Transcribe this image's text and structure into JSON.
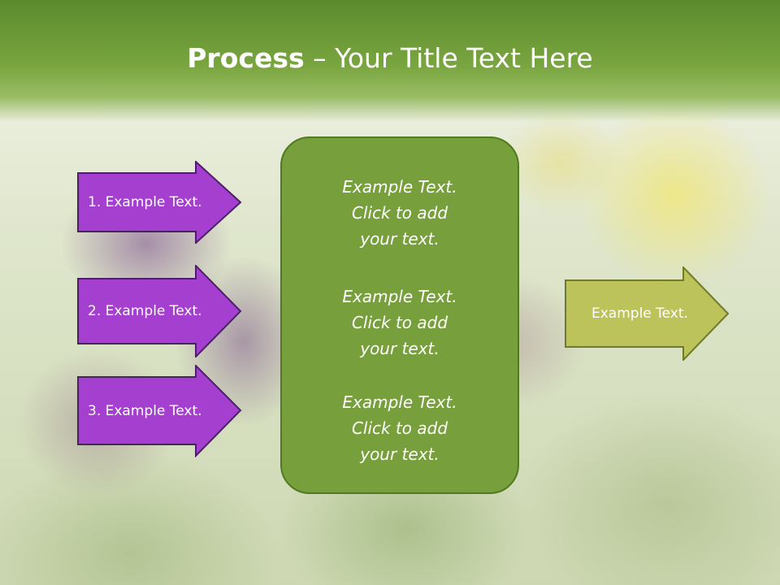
{
  "title": {
    "bold": "Process",
    "rest": " – Your Title Text Here"
  },
  "left_arrows": [
    {
      "label": "1. Example Text."
    },
    {
      "label": "2. Example Text."
    },
    {
      "label": "3. Example Text."
    }
  ],
  "center_items": [
    {
      "line1": "Example Text.",
      "line2": "Click  to add",
      "line3": "your text."
    },
    {
      "line1": "Example Text.",
      "line2": "Click  to add",
      "line3": "your text."
    },
    {
      "line1": "Example Text.",
      "line2": "Click  to add",
      "line3": "your text."
    }
  ],
  "right_arrow": {
    "label": "Example Text."
  },
  "colors": {
    "title_bar": "#6e9a38",
    "left_arrow_fill": "#a53fcf",
    "left_arrow_border": "#4b2166",
    "center_box_fill": "#77a03c",
    "right_arrow_fill": "#bcc35a",
    "right_arrow_border": "#6f7a2a"
  }
}
